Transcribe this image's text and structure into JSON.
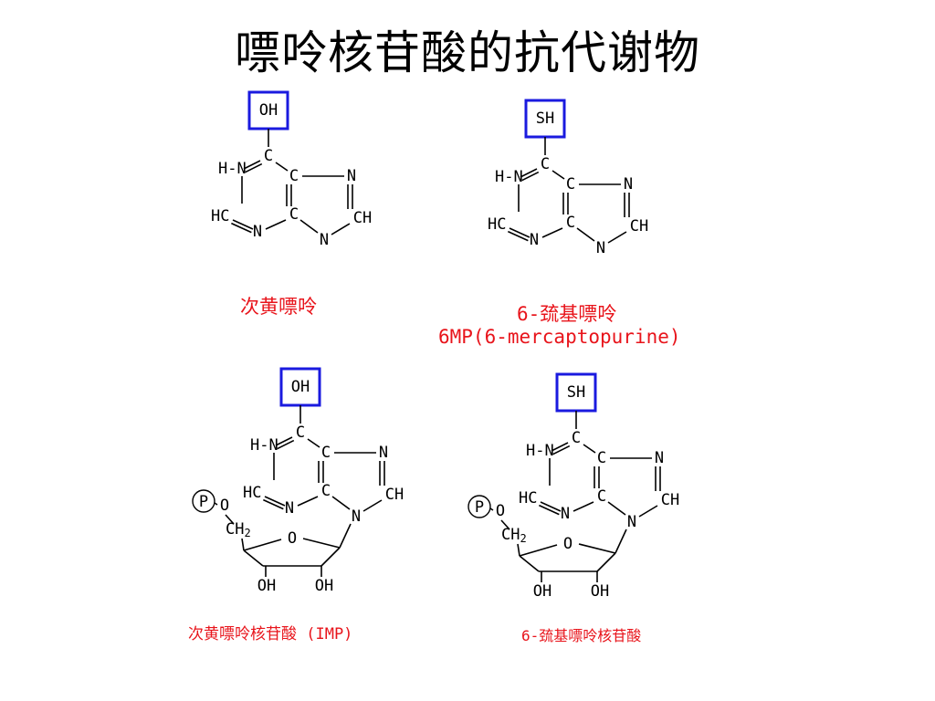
{
  "title": "嘌呤核苷酸的抗代谢物",
  "colors": {
    "highlight_box": "#1a1adf",
    "caption": "#e8141b",
    "bond": "#000000"
  },
  "labels": {
    "oh": "OH",
    "sh": "SH",
    "hn": "H-N",
    "c": "C",
    "n": "N",
    "hc": "HC",
    "ch": "CH",
    "p": "P",
    "o": "O",
    "ch2": "CH",
    "ch2_sub": "2"
  },
  "captions": {
    "hypoxanthine": "次黄嘌呤",
    "mercaptopurine": "6-巯基嘌呤",
    "mercaptopurine_full": "6MP(6-mercaptopurine)",
    "imp": "次黄嘌呤核苷酸 (IMP)",
    "thioimp": "6-巯基嘌呤核苷酸"
  }
}
